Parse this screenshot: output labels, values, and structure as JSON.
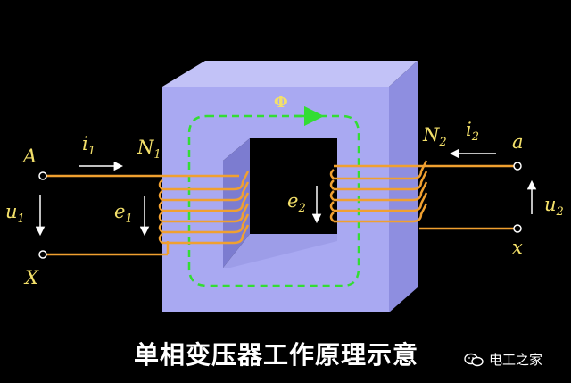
{
  "colors": {
    "core_front": "#a9a9f2",
    "core_top": "#c2c2f7",
    "core_side": "#8e8ee0",
    "window": "#000000",
    "coil": "#f0a030",
    "lead": "#f0a030",
    "flux_path": "#33dd33",
    "label": "#f3e06a",
    "arrow": "#ffffff",
    "caption": "#ffffff"
  },
  "labels": {
    "terminal_A": "A",
    "terminal_X": "X",
    "terminal_a": "a",
    "terminal_x": "x",
    "u1_sym": "u",
    "u1_sub": "1",
    "u2_sym": "u",
    "u2_sub": "2",
    "i1_sym": "i",
    "i1_sub": "1",
    "i2_sym": "i",
    "i2_sub": "2",
    "N1_sym": "N",
    "N1_sub": "1",
    "N2_sym": "N",
    "N2_sub": "2",
    "e1_sym": "e",
    "e1_sub": "1",
    "e2_sym": "e",
    "e2_sub": "2",
    "flux": "Φ"
  },
  "caption": "单相变压器工作原理示意",
  "brand": {
    "icon": "wechat-icon",
    "text": "电工之家"
  }
}
